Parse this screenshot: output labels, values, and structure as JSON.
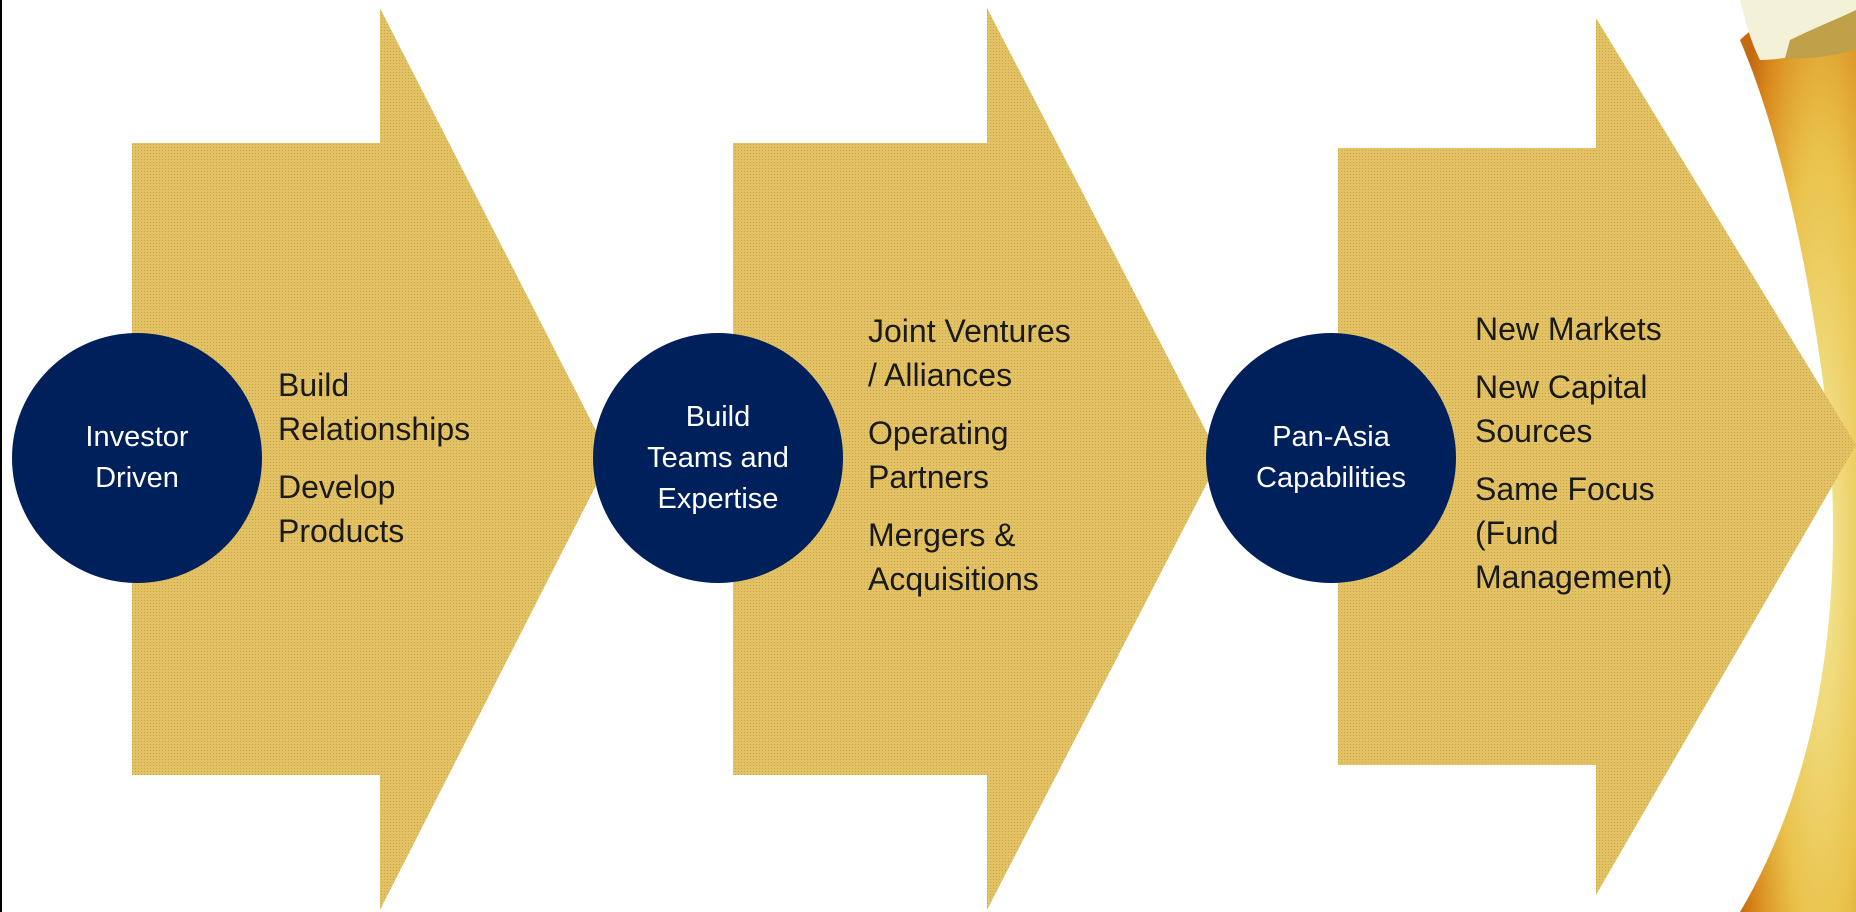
{
  "colors": {
    "arrow_fill": "#e3c266",
    "arrow_dots": "#c9a545",
    "circle_fill": "#00205b",
    "circle_text": "#ffffff",
    "body_text": "#1a1a1a"
  },
  "stages": [
    {
      "circle_lines": [
        "Investor",
        "Driven"
      ],
      "items": [
        {
          "lines": [
            "Build",
            "Relationships"
          ]
        },
        {
          "lines": [
            "Develop",
            "Products"
          ]
        }
      ]
    },
    {
      "circle_lines": [
        "Build",
        "Teams and",
        "Expertise"
      ],
      "items": [
        {
          "lines": [
            "Joint Ventures",
            "/ Alliances"
          ]
        },
        {
          "lines": [
            "Operating",
            "Partners"
          ]
        },
        {
          "lines": [
            "Mergers &",
            "Acquisitions"
          ]
        }
      ]
    },
    {
      "circle_lines": [
        "Pan-Asia",
        "Capabilities"
      ],
      "items": [
        {
          "lines": [
            "New Markets"
          ]
        },
        {
          "lines": [
            "New Capital",
            "Sources"
          ]
        },
        {
          "lines": [
            "Same Focus",
            "(Fund",
            "Management)"
          ]
        }
      ]
    }
  ]
}
